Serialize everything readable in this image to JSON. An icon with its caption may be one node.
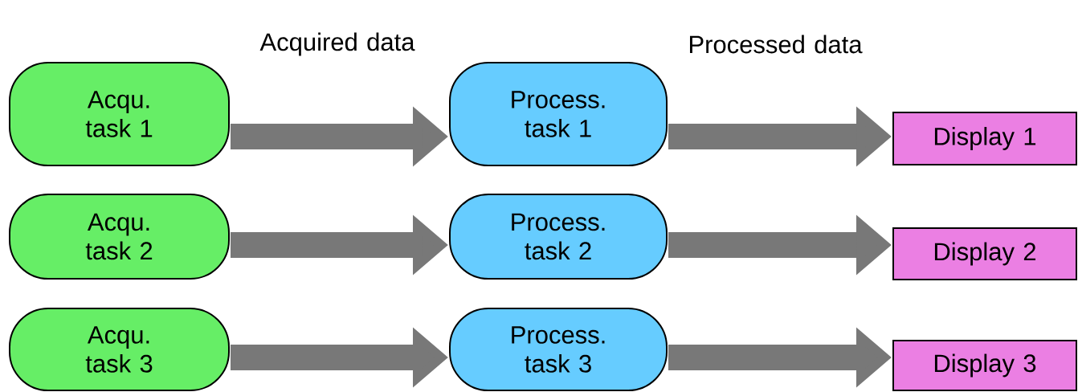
{
  "diagram": {
    "nodes": [
      {
        "text": [
          "Acqu. task 1"
        ]
      },
      {
        "text": [
          "Process. task 1"
        ]
      },
      {
        "text": [
          "Display 1"
        ]
      },
      {
        "text": [
          "Acqu. task 2"
        ]
      },
      {
        "text": [
          "Process. task 2"
        ]
      },
      {
        "text": [
          "Display 2"
        ]
      },
      {
        "text": [
          "Acqu. task 3"
        ]
      },
      {
        "text": [
          "Process. task 3"
        ]
      },
      {
        "text": [
          "Display 3"
        ]
      }
    ],
    "edges": [
      {
        "from": 0,
        "to": 1,
        "arrow": "to"
      },
      {
        "from": 1,
        "to": 2,
        "arrow": "to"
      },
      {
        "from": 3,
        "to": 4,
        "arrow": "to"
      },
      {
        "from": 4,
        "to": 5,
        "arrow": "to"
      },
      {
        "from": 6,
        "to": 7,
        "arrow": "to"
      },
      {
        "from": 7,
        "to": 8,
        "arrow": "to"
      }
    ],
    "labels": [
      "Acquired data",
      "Processed data"
    ]
  }
}
